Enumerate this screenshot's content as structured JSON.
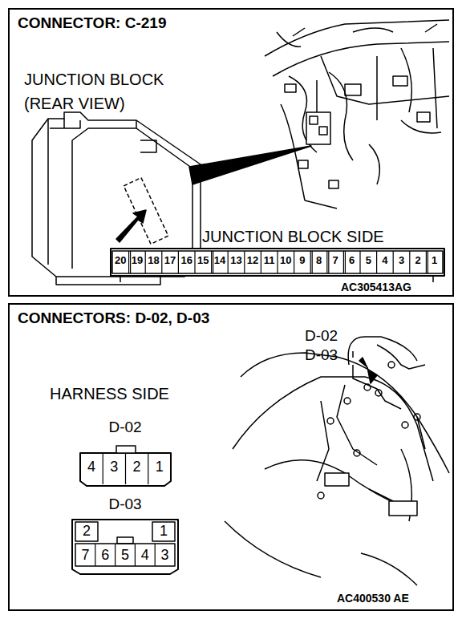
{
  "diagram": {
    "nodes": [
      {
        "text": [
          "CONNECTOR: C-219"
        ]
      },
      {
        "text": [
          "CONNECTORS: D-02, D-03"
        ]
      }
    ],
    "labels": [
      "JUNCTION BLOCK (REAR VIEW)",
      "JUNCTION BLOCK SIDE",
      "20",
      "19",
      "18",
      "17",
      "16",
      "15",
      "14",
      "13",
      "12",
      "11",
      "10",
      "9",
      "8",
      "7",
      "6",
      "5",
      "4",
      "3",
      "2",
      "1",
      "AC305413AG",
      "HARNESS SIDE",
      "D-02",
      "4",
      "3",
      "2",
      "1",
      "D-03",
      "2",
      "1",
      "7",
      "6",
      "5",
      "4",
      "3",
      "D-02",
      "D-03",
      "AC400530 AE"
    ]
  }
}
